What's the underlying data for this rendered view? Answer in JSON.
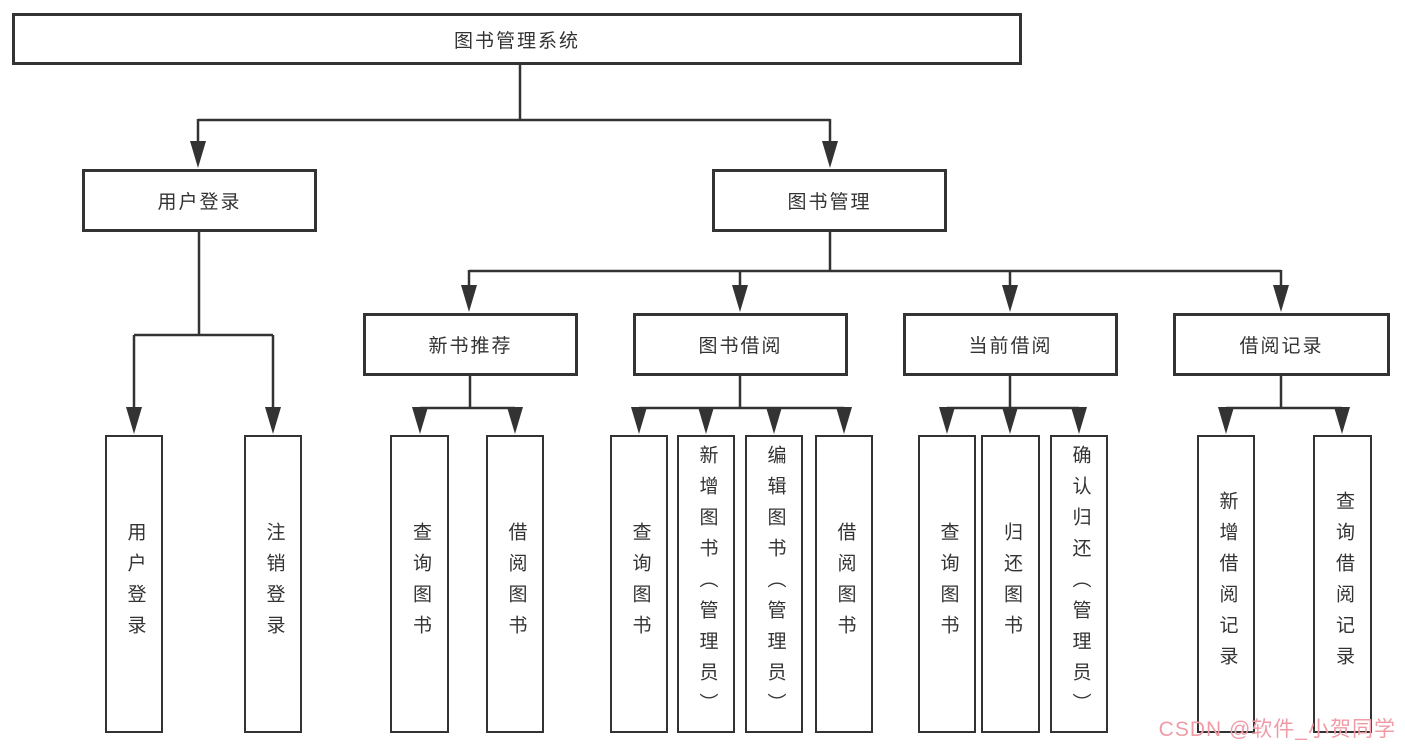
{
  "title": "图书管理系统",
  "watermark": "CSDN @软件_小贺同学",
  "colors": {
    "line": "#333333",
    "box_border": "#333333",
    "text": "#333333",
    "watermark": "#f09ca6",
    "background": "#ffffff"
  },
  "nodes": {
    "root": "图书管理系统",
    "level2": [
      "用户登录",
      "图书管理"
    ],
    "level3": [
      "新书推荐",
      "图书借阅",
      "当前借阅",
      "借阅记录"
    ],
    "login_leaves": [
      "用户登录",
      "注销登录"
    ],
    "newbook_leaves": [
      "查询图书",
      "借阅图书"
    ],
    "borrow_leaves": [
      "查询图书",
      "新增图书（管理员）",
      "编辑图书（管理员）",
      "借阅图书"
    ],
    "current_leaves": [
      "查询图书",
      "归还图书",
      "确认归还（管理员）"
    ],
    "record_leaves": [
      "新增借阅记录",
      "查询借阅记录"
    ]
  }
}
